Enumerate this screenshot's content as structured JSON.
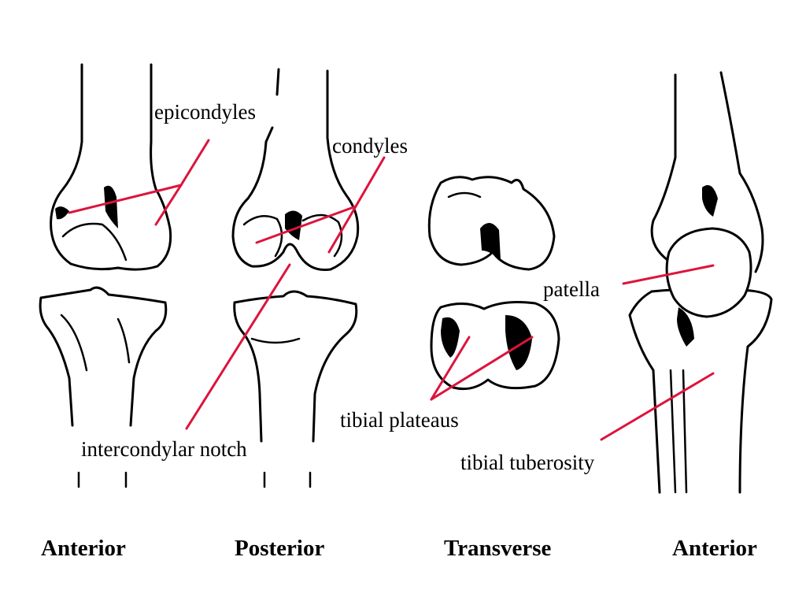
{
  "colors": {
    "leader": "#dc143c",
    "ink": "#000000",
    "background": "#ffffff"
  },
  "labels": {
    "epicondyles": "epicondyles",
    "condyles": "condyles",
    "patella": "patella",
    "tibial_plateaus": "tibial plateaus",
    "intercondylar_notch": "intercondylar notch",
    "tibial_tuberosity": "tibial tuberosity"
  },
  "views": {
    "anterior_left": "Anterior",
    "posterior": "Posterior",
    "transverse": "Transverse",
    "anterior_right": "Anterior"
  }
}
